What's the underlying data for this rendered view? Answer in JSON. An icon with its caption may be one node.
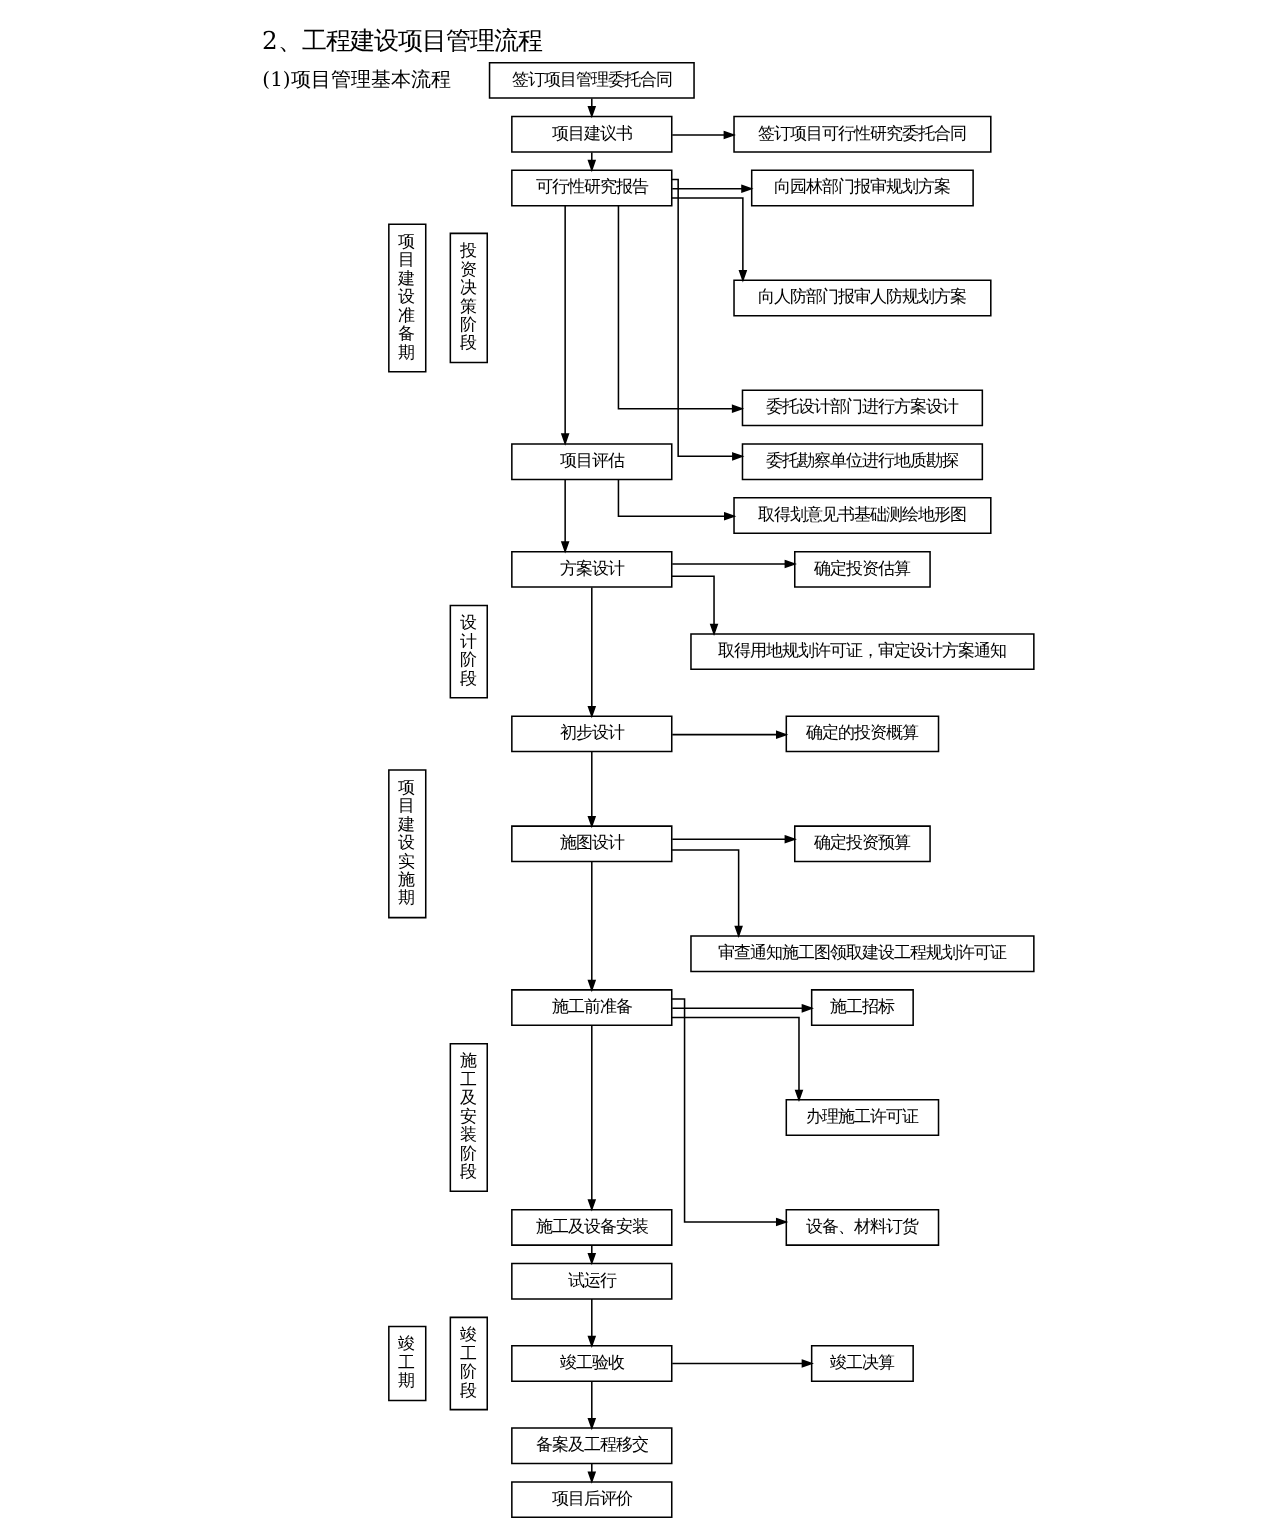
{
  "diagram": {
    "title": "2、工程建设项目管理流程",
    "nodes": [
      {
        "text": [
          "签订项目管理委托合同"
        ]
      },
      {
        "text": [
          "项目建议书"
        ]
      },
      {
        "text": [
          "签订项目可行性研究委托合同"
        ]
      },
      {
        "text": [
          "项目建设准备期"
        ]
      },
      {
        "text": [
          "投资决策阶段"
        ]
      },
      {
        "text": [
          "可行性研究报告"
        ]
      },
      {
        "text": [
          "向园林部门报审规划方案"
        ]
      },
      {
        "text": [
          "向人防部门报审人防规划方案"
        ]
      },
      {
        "text": [
          "委托设计部门进行方案设计"
        ]
      },
      {
        "text": [
          "委托勘察单位进行地质勘探"
        ]
      },
      {
        "text": [
          "项目建设实施期"
        ]
      },
      {
        "text": [
          "设计阶段"
        ]
      },
      {
        "text": [
          "项目评估"
        ]
      },
      {
        "text": [
          "取得划意见书基础测绘地形图"
        ]
      },
      {
        "text": [
          "方案设计"
        ]
      },
      {
        "text": [
          "确定投资估算"
        ]
      },
      {
        "text": [
          "取得用地规划许可证，审定设计方案通知"
        ]
      },
      {
        "text": [
          "初步设计"
        ]
      },
      {
        "text": [
          "确定的投资概算"
        ]
      },
      {
        "text": [
          "施图设计"
        ]
      },
      {
        "text": [
          "施工及安装阶段"
        ]
      },
      {
        "text": [
          "确定投资预算"
        ]
      },
      {
        "text": [
          "审查通知施工图领取建设工程规划许可证"
        ]
      },
      {
        "text": [
          "施工前准备"
        ]
      },
      {
        "text": [
          "施工招标"
        ]
      },
      {
        "text": [
          "办理施工许可证"
        ]
      },
      {
        "text": [
          "设备、材料订货"
        ]
      },
      {
        "text": [
          "施工及设备安装"
        ]
      },
      {
        "text": [
          "试运行"
        ]
      },
      {
        "text": [
          "竣工期"
        ]
      },
      {
        "text": [
          "竣工阶段"
        ]
      },
      {
        "text": [
          "竣工验收"
        ]
      },
      {
        "text": [
          "竣工决算"
        ]
      },
      {
        "text": [
          "备案及工程移交"
        ]
      },
      {
        "text": [
          "项目后评价"
        ]
      }
    ],
    "edges": [
      {
        "from": 0,
        "to": 1,
        "arrow": "to"
      },
      {
        "from": 1,
        "to": 5,
        "arrow": "to"
      },
      {
        "from": 1,
        "to": 2,
        "arrow": "to"
      },
      {
        "from": 5,
        "to": 12,
        "arrow": "to"
      },
      {
        "from": 5,
        "to": 6,
        "arrow": "to"
      },
      {
        "from": 5,
        "to": 7,
        "arrow": "to"
      },
      {
        "from": 5,
        "to": 8,
        "arrow": "to"
      },
      {
        "from": 5,
        "to": 9,
        "arrow": "to"
      },
      {
        "from": 12,
        "to": 14,
        "arrow": "to"
      },
      {
        "from": 12,
        "to": 13,
        "arrow": "to"
      },
      {
        "from": 14,
        "to": 17,
        "arrow": "to"
      },
      {
        "from": 14,
        "to": 15,
        "arrow": "to"
      },
      {
        "from": 14,
        "to": 16,
        "arrow": "to"
      },
      {
        "from": 17,
        "to": 19,
        "arrow": "to"
      },
      {
        "from": 17,
        "to": 18,
        "arrow": "to"
      },
      {
        "from": 19,
        "to": 23,
        "arrow": "to"
      },
      {
        "from": 19,
        "to": 21,
        "arrow": "to"
      },
      {
        "from": 19,
        "to": 22,
        "arrow": "to"
      },
      {
        "from": 23,
        "to": 27,
        "arrow": "to"
      },
      {
        "from": 23,
        "to": 24,
        "arrow": "to"
      },
      {
        "from": 23,
        "to": 25,
        "arrow": "to"
      },
      {
        "from": 23,
        "to": 26,
        "arrow": "to"
      },
      {
        "from": 27,
        "to": 28,
        "arrow": "to"
      },
      {
        "from": 28,
        "to": 31,
        "arrow": "to"
      },
      {
        "from": 31,
        "to": 32,
        "arrow": "to"
      },
      {
        "from": 31,
        "to": 33,
        "arrow": "to"
      },
      {
        "from": 33,
        "to": 34,
        "arrow": "to"
      }
    ],
    "labels": [
      "(1)项目管理基本流程"
    ]
  }
}
